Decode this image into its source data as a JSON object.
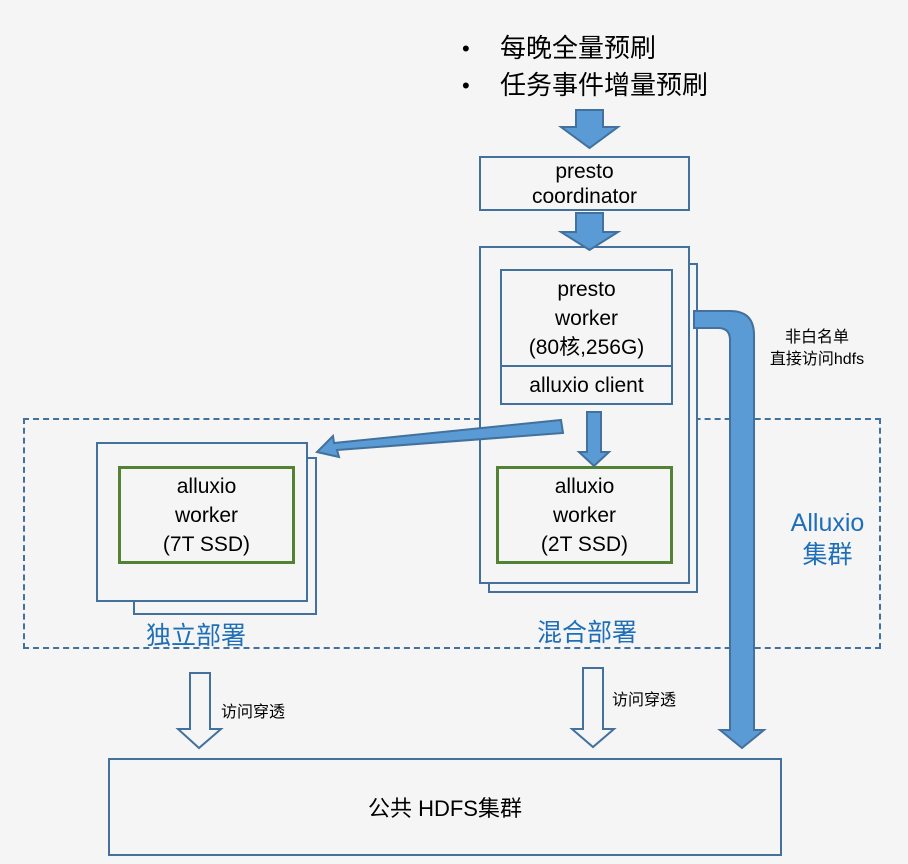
{
  "refresh_notes": [
    "每晚全量预刷",
    "任务事件增量预刷"
  ],
  "coordinator": {
    "line1": "presto",
    "line2": "coordinator"
  },
  "presto_worker": {
    "line1": "presto",
    "line2": "worker",
    "line3": "(80核,256G)"
  },
  "alluxio_client": "alluxio client",
  "standalone_worker": {
    "line1": "alluxio",
    "line2": "worker",
    "line3": "(7T SSD)"
  },
  "colocated_worker": {
    "line1": "alluxio",
    "line2": "worker",
    "line3": "(2T SSD)"
  },
  "standalone_label": "独立部署",
  "colocated_label": "混合部署",
  "cluster_label": {
    "line1": "Alluxio",
    "line2": "集群"
  },
  "bypass_note": {
    "line1": "非白名单",
    "line2": "直接访问hdfs"
  },
  "passthrough_left": "访问穿透",
  "passthrough_right": "访问穿透",
  "hdfs_cluster": "公共 HDFS集群",
  "colors": {
    "box_border": "#41719c",
    "arrow_fill": "#5b9bd5",
    "worker_border": "#548235",
    "label_blue": "#1f6fb8"
  }
}
